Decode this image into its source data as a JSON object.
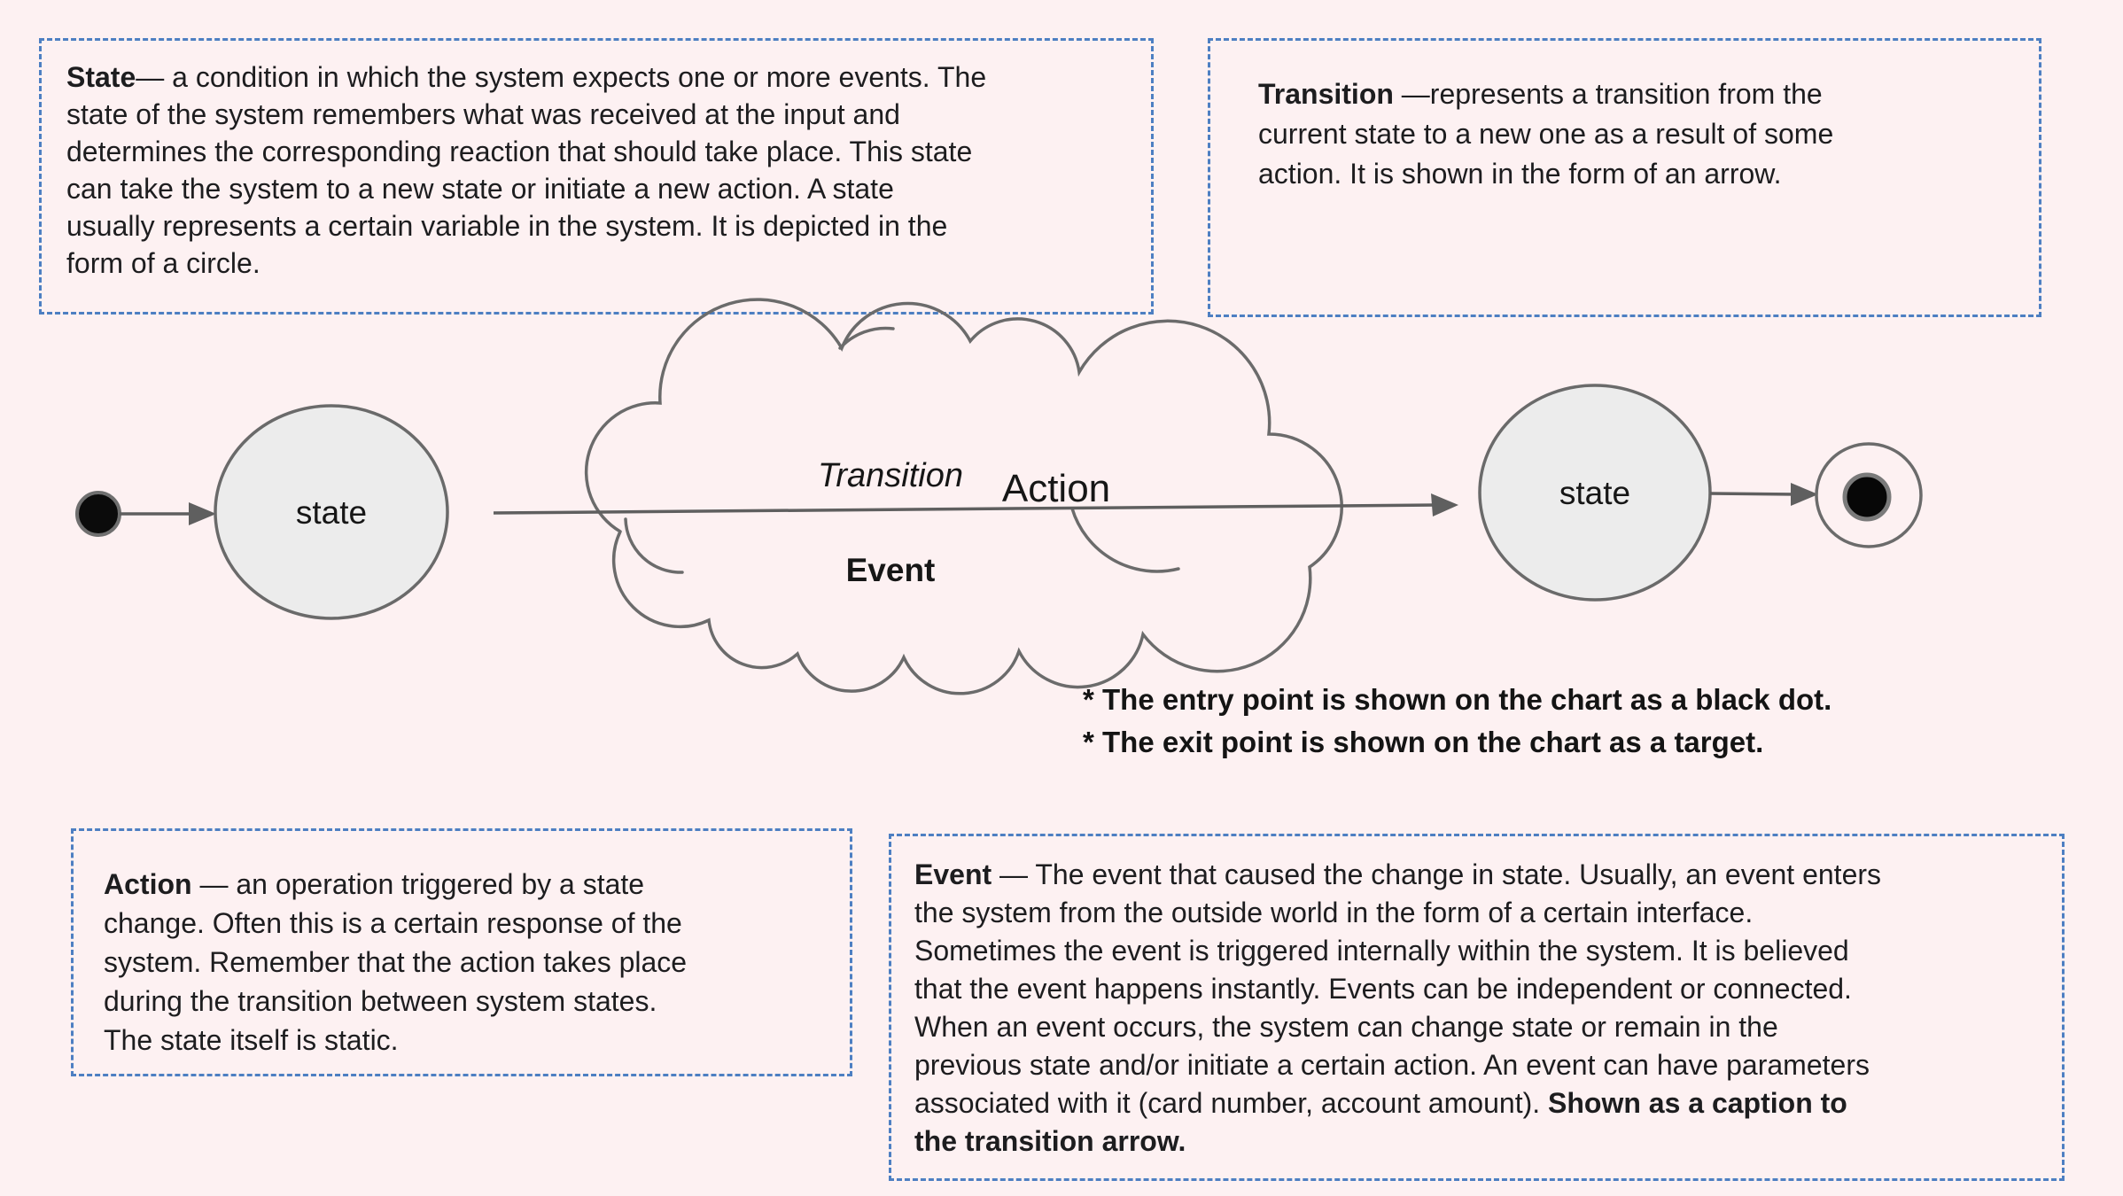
{
  "background_color": "#fdf1f2",
  "accent_border_color": "#4d7fc2",
  "boxes": {
    "state": {
      "term": "State",
      "lines": [
        "— a condition in which the system expects one or more events. The",
        "state of the system remembers what was received at the input and",
        "determines the corresponding reaction that should take place. This state",
        "can take the system to a new state or initiate a new action. A state",
        "usually represents a certain variable in the system. It is depicted in the",
        "form of a circle."
      ]
    },
    "transition": {
      "term": "Transition",
      "lines": [
        " —represents a transition from the",
        "current state to a new one as a result of some",
        "action. It is shown in the form of an arrow."
      ]
    },
    "action": {
      "term": "Action",
      "lines": [
        " — an operation triggered by a state",
        "change. Often this is a certain response of the",
        "system. Remember that the action takes place",
        "during the transition between system states.",
        "The state itself is static."
      ]
    },
    "event": {
      "term": "Event",
      "lines": [
        " — The event that caused the change in state. Usually, an event enters",
        "the system from the outside world in the form of a certain interface.",
        "Sometimes the event is triggered internally within the system. It is believed",
        "that the event happens instantly. Events can be independent or connected.",
        "When an event occurs, the system can change state or remain in the",
        "previous state and/or initiate a certain action. An event can have parameters"
      ],
      "line6_normal": "associated with it (card number, account amount). ",
      "line6_bold": "Shown as a caption to",
      "line7_bold": "the transition arrow."
    }
  },
  "notes": {
    "entry": "* The entry point is shown on the chart as a black dot.",
    "exit": "* The exit point is shown on the chart as a target."
  },
  "diagram": {
    "state_label_left": "state",
    "state_label_right": "state",
    "cloud_labels": {
      "transition": "Transition",
      "action": "Action",
      "event": "Event"
    },
    "colors": {
      "node_fill": "#ececec",
      "stroke": "#646464",
      "entry_dot": "#0b0b0b",
      "exit_dot": "#070707"
    }
  }
}
